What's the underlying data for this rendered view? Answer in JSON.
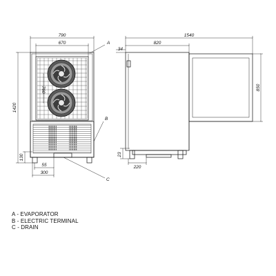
{
  "dimensions": {
    "front_total_width": "790",
    "front_inner_width": "670",
    "front_height": "1420",
    "evaporator_height": "760",
    "foot_height": "130",
    "drain_offset": "55",
    "drain_spacing": "300",
    "side_total_width": "1540",
    "door_width": "820",
    "side_offset": "34",
    "door_height": "850",
    "terminal_height": "23",
    "terminal_offset": "220"
  },
  "callouts": {
    "a": "A",
    "b": "B",
    "c": "C"
  },
  "legend": [
    "A - EVAPORATOR",
    "B - ELECTRIC TERMINAL",
    "C - DRAIN"
  ]
}
